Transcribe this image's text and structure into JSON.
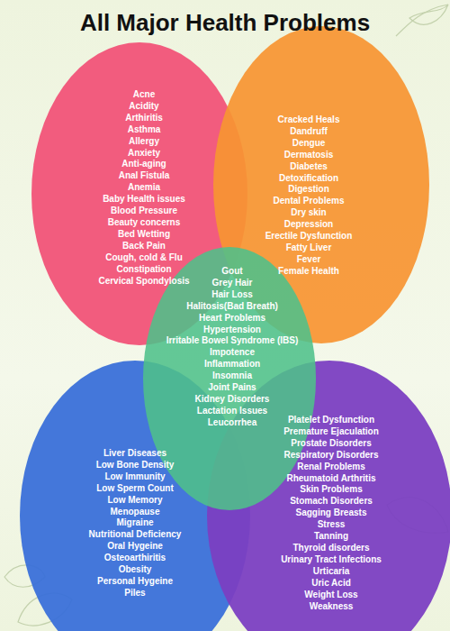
{
  "diagram": {
    "title": "All Major Health Problems",
    "nodes": [
      {
        "text": [
          "Acne",
          "Acidity",
          "Arthiritis",
          "Asthma",
          "Allergy",
          "Anxiety",
          "Anti-aging",
          "Anal Fistula",
          "Anemia",
          "Baby Health issues",
          "Blood Pressure",
          "Beauty concerns",
          "Bed Wetting",
          "Back Pain",
          "Cough, cold & Flu",
          "Constipation",
          "Cervical Spondylosis"
        ]
      },
      {
        "text": [
          "Cracked Heals",
          "Dandruff",
          "Dengue",
          "Dermatosis",
          "Diabetes",
          "Detoxification",
          "Digestion",
          "Dental Problems",
          "Dry skin",
          "Depression",
          "Erectile Dysfunction",
          "Fatty Liver",
          "Fever",
          "Female Health"
        ]
      },
      {
        "text": [
          "Gout",
          "Grey Hair",
          "Hair Loss",
          "Halitosis(Bad Breath)",
          "Heart Problems",
          "Hypertension",
          "Irritable Bowel Syndrome (IBS)",
          "Impotence",
          "Inflammation",
          "Insomnia",
          "Joint Pains",
          "Kidney Disorders",
          "Lactation Issues",
          "Leucorrhea"
        ]
      },
      {
        "text": [
          "Liver Diseases",
          "Low Bone Density",
          "Low Immunity",
          "Low Sperm Count",
          "Low Memory",
          "Menopause",
          "Migraine",
          "Nutritional Deficiency",
          "Oral Hygeine",
          "Osteoarthiritis",
          "Obesity",
          "Personal Hygeine",
          "Piles"
        ]
      },
      {
        "text": [
          "Platelet Dysfunction",
          "Premature Ejaculation",
          "Prostate Disorders",
          "Respiratory Disorders",
          "Renal Problems",
          "Rheumatoid Arthritis",
          "Skin Problems",
          "Stomach Disorders",
          "Sagging Breasts",
          "Stress",
          "Tanning",
          "Thyroid disorders",
          "Urinary Tract Infections",
          "Urticaria",
          "Uric Acid",
          "Weight Loss",
          "Weakness"
        ]
      }
    ]
  }
}
